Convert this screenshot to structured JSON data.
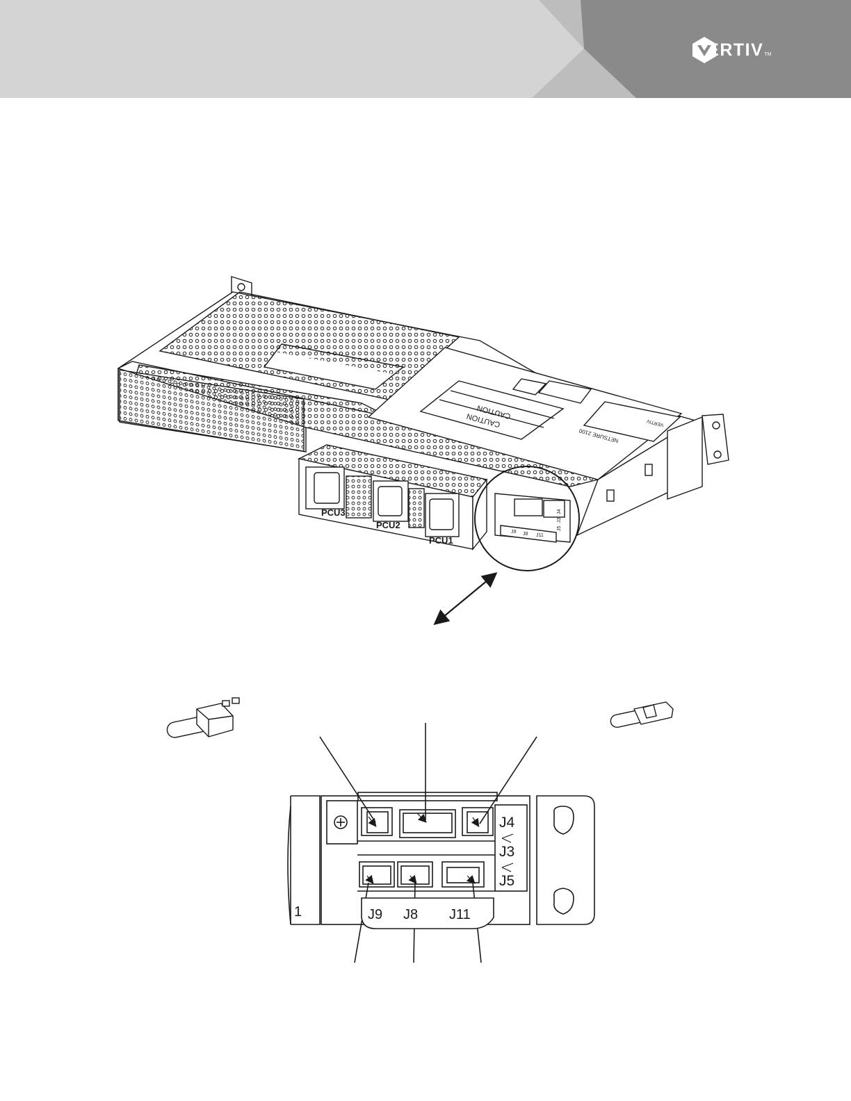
{
  "header": {
    "brand": {
      "name": "VERTIV",
      "trademark": "TM",
      "logo_icon": "vertiv-v-mark-icon",
      "accent_color": "#8a8a8a",
      "text_color": "#ffffff"
    },
    "band_color": "#d4d4d4"
  },
  "unit_view": {
    "module_labels": [
      "PCU3",
      "PCU2",
      "PCU1"
    ],
    "panel_labels": {
      "caution_1": "CAUTION",
      "caution_2": "CAUTION",
      "product": "NETSURE 2100",
      "brand": "VERTIV"
    },
    "side_connector_labels": [
      "J4",
      "J3",
      "J5"
    ],
    "bottom_connector_labels": [
      "J9",
      "J8",
      "J11"
    ]
  },
  "detail_view": {
    "right_connector_labels": [
      "J4",
      "J3",
      "J5"
    ],
    "bottom_connector_labels": [
      "J9",
      "J8",
      "J11"
    ],
    "panel_mark": "1"
  },
  "colors": {
    "line": "#1a1a1a",
    "header_band": "#d4d4d4",
    "header_mid": "#bdbdbd",
    "header_dark": "#8a8a8a"
  }
}
